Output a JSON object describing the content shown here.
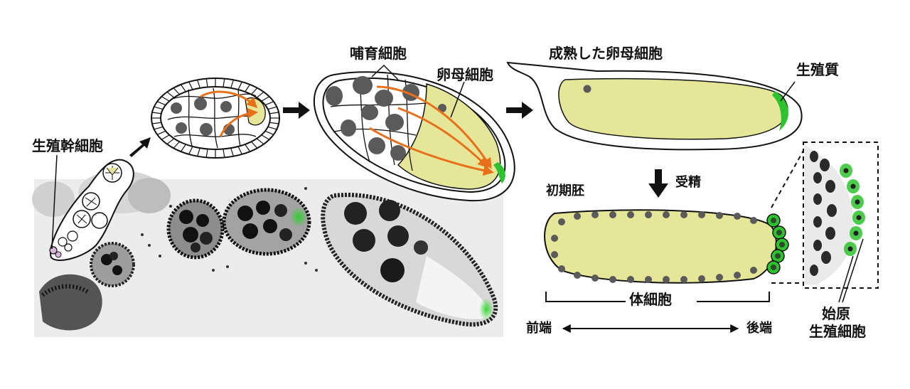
{
  "labels": {
    "germline_stem_cell": "生殖幹細胞",
    "nurse_cells": "哺育細胞",
    "oocyte": "卵母細胞",
    "mature_oocyte": "成熟した卵母細胞",
    "germ_plasm": "生殖質",
    "fertilization": "受精",
    "early_embryo": "初期胚",
    "somatic_cells": "体細胞",
    "anterior": "前端",
    "posterior": "後端",
    "primordial_line1": "始原",
    "primordial_line2": "生殖細胞"
  },
  "colors": {
    "yolk": "#e6e699",
    "germ_plasm_green": "#2ec32e",
    "transport_arrow": "#e8701a",
    "nucleus": "#5a5a5a",
    "stem_cell_pink": "#d8b4d8",
    "outline": "#111111"
  },
  "icons": {
    "stage_arrow": "right-arrow-icon",
    "fertilization_arrow": "down-arrow-icon",
    "axis_arrow": "double-arrow-icon"
  }
}
